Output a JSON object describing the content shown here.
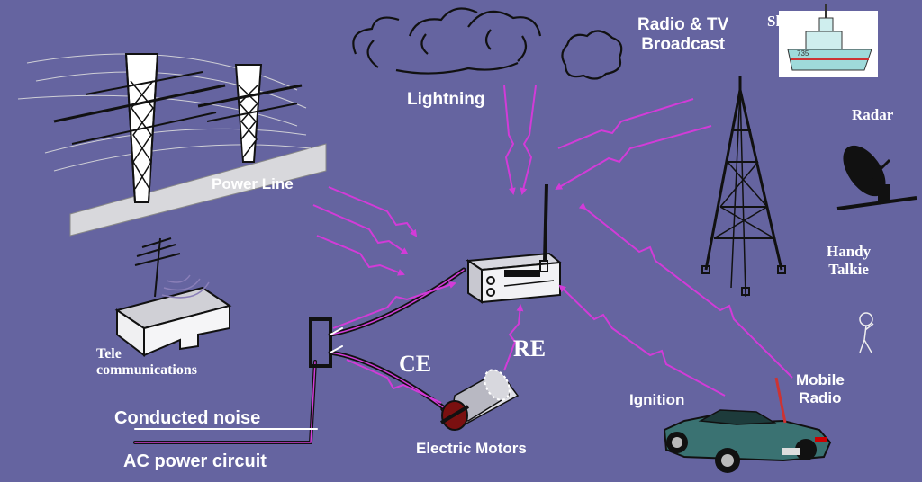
{
  "labels": {
    "lightning": "Lightning",
    "radio_tv_line1": "Radio & TV",
    "radio_tv_line2": "Broadcast",
    "ship": "Ship",
    "radar": "Radar",
    "handy_talkie_line1": "Handy",
    "handy_talkie_line2": "Talkie",
    "power_line": "Power Line",
    "telecom_line1": "Tele",
    "telecom_line2": "communications",
    "conducted_noise": "Conducted noise",
    "ac_power_circuit": "AC power circuit",
    "ce": "CE",
    "re": "RE",
    "electric_motors": "Electric Motors",
    "ignition": "Ignition",
    "mobile_radio_line1": "Mobile",
    "mobile_radio_line2": "Radio"
  },
  "ship_hull_number": "735",
  "colors": {
    "background": "#6564a0",
    "interference_path": "#d23bd8",
    "text": "#ffffff",
    "line_art": "#111111"
  }
}
